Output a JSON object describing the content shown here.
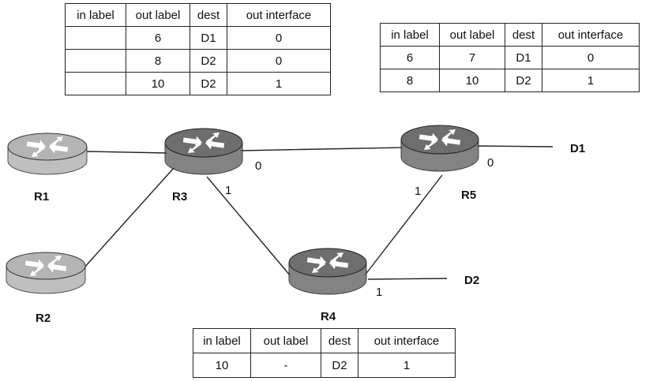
{
  "routers": {
    "R1": {
      "label": "R1",
      "color": "#b4b4b4"
    },
    "R2": {
      "label": "R2",
      "color": "#b4b4b4"
    },
    "R3": {
      "label": "R3",
      "color": "#6e6e6e"
    },
    "R4": {
      "label": "R4",
      "color": "#6e6e6e"
    },
    "R5": {
      "label": "R5",
      "color": "#6e6e6e"
    }
  },
  "destinations": {
    "D1": "D1",
    "D2": "D2"
  },
  "interfaces": {
    "r3_0": "0",
    "r3_1": "1",
    "r5_0": "0",
    "r5_1": "1",
    "r4_1": "1"
  },
  "tables": {
    "r3": {
      "headers": [
        "in label",
        "out label",
        "dest",
        "out interface"
      ],
      "rows": [
        [
          "",
          "6",
          "D1",
          "0"
        ],
        [
          "",
          "8",
          "D2",
          "0"
        ],
        [
          "",
          "10",
          "D2",
          "1"
        ]
      ]
    },
    "r5": {
      "headers": [
        "in label",
        "out label",
        "dest",
        "out interface"
      ],
      "rows": [
        [
          "6",
          "7",
          "D1",
          "0"
        ],
        [
          "8",
          "10",
          "D2",
          "1"
        ]
      ]
    },
    "r4": {
      "headers": [
        "in label",
        "out label",
        "dest",
        "out interface"
      ],
      "rows": [
        [
          "10",
          "-",
          "D2",
          "1"
        ]
      ]
    }
  }
}
